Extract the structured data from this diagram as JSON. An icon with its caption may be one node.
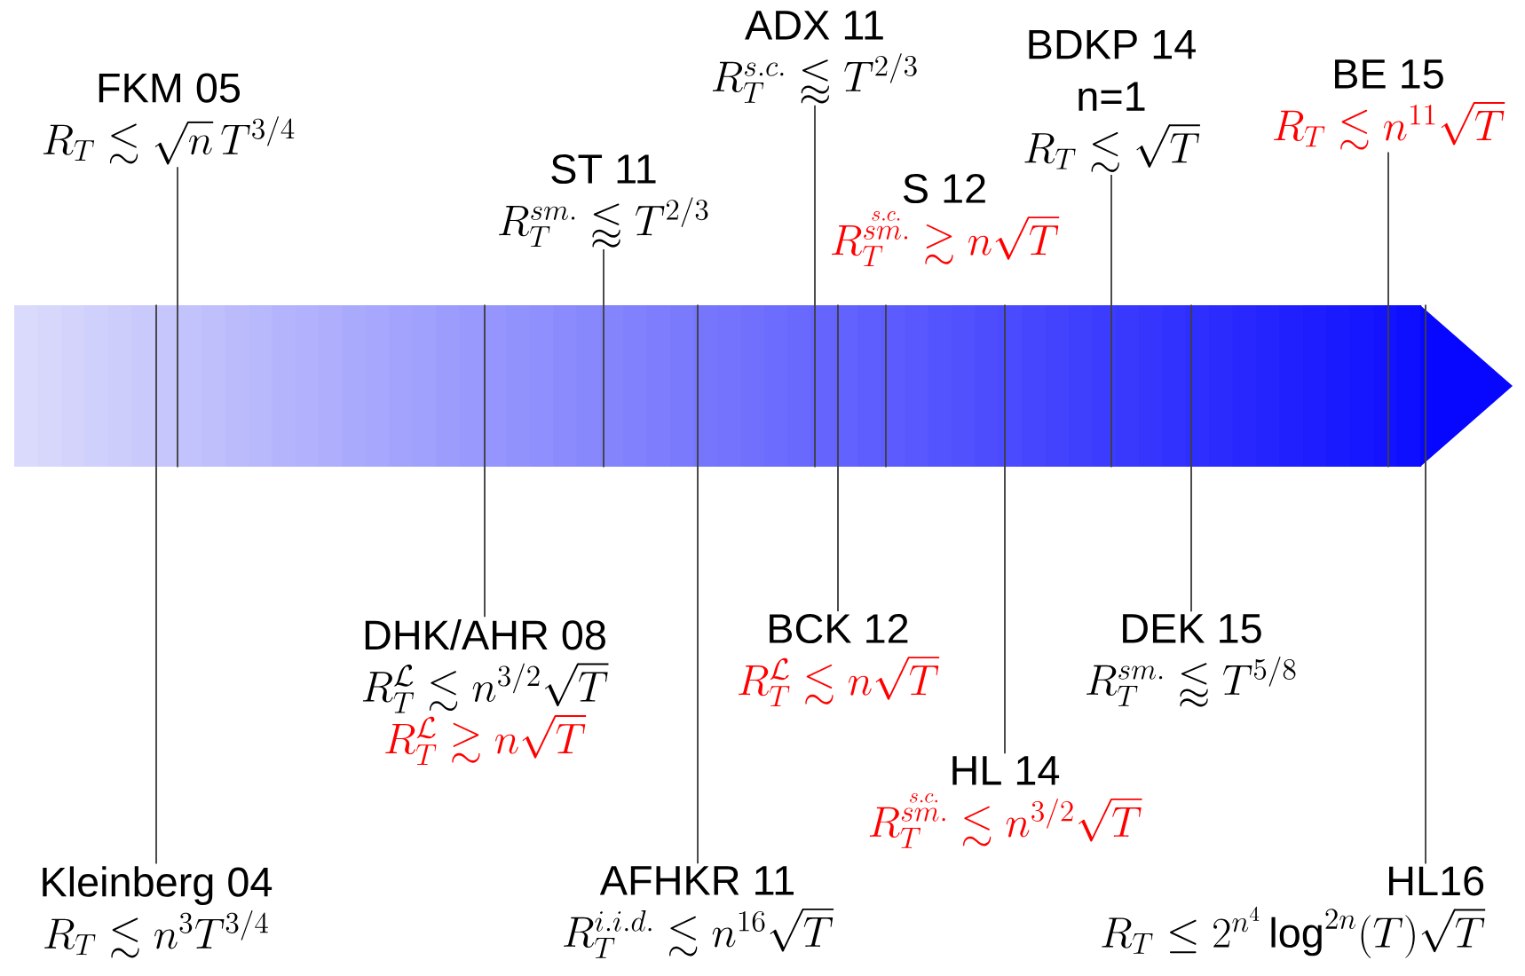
{
  "diagram": {
    "nodes": [
      {
        "text": [],
        "shape": "arrow"
      },
      {
        "text": [
          "Kleinberg 04",
          "R_T \\lesssim n^3 T^{3/4}"
        ]
      },
      {
        "text": [
          "FKM 05",
          "R_T \\lesssim \\sqrt{n}\\, T^{3/4}"
        ]
      },
      {
        "text": [
          "DHK/AHR 08",
          "R_T^{\\mathcal{L}} \\lesssim n^{3/2}\\sqrt{T}",
          "R_T^{\\mathcal{L}} \\gtrsim n\\sqrt{T}"
        ]
      },
      {
        "text": [
          "ST 11",
          "R_T^{sm.} \\lessapprox T^{2/3}"
        ]
      },
      {
        "text": [
          "AFHKR 11",
          "R_T^{i.i.d.} \\lesssim n^{16}\\sqrt{T}"
        ]
      },
      {
        "text": [
          "ADX 11",
          "R_T^{s.c.} \\lessapprox T^{2/3}"
        ]
      },
      {
        "text": [
          "BCK 12",
          "R_T^{\\mathcal{L}} \\lesssim n\\sqrt{T}"
        ]
      },
      {
        "text": [
          "S 12",
          "R_T^{\\stackrel{s.c.}{sm.}} \\gtrsim n\\sqrt{T}"
        ]
      },
      {
        "text": [
          "HL 14",
          "R_T^{\\stackrel{s.c.}{sm.}} \\lesssim n^{3/2}\\sqrt{T}"
        ]
      },
      {
        "text": [
          "BDKP 14",
          "n=1",
          "R_T \\lesssim \\sqrt{T}"
        ]
      },
      {
        "text": [
          "DEK 15",
          "R_T^{sm.} \\lessapprox T^{5/8}"
        ]
      },
      {
        "text": [
          "BE 15",
          "R_T \\lesssim n^{11}\\sqrt{T}"
        ]
      },
      {
        "text": [
          "HL16",
          "R_T \\le 2^{n^4} \\log^{2n}(T)\\sqrt{T}"
        ]
      }
    ],
    "edges": [
      {
        "from": 1,
        "to": 0,
        "arrow": "none"
      },
      {
        "from": 2,
        "to": 0,
        "arrow": "none"
      },
      {
        "from": 3,
        "to": 0,
        "arrow": "none"
      },
      {
        "from": 4,
        "to": 0,
        "arrow": "none"
      },
      {
        "from": 5,
        "to": 0,
        "arrow": "none"
      },
      {
        "from": 6,
        "to": 0,
        "arrow": "none"
      },
      {
        "from": 7,
        "to": 0,
        "arrow": "none"
      },
      {
        "from": 8,
        "to": 0,
        "arrow": "none"
      },
      {
        "from": 9,
        "to": 0,
        "arrow": "none"
      },
      {
        "from": 10,
        "to": 0,
        "arrow": "none"
      },
      {
        "from": 11,
        "to": 0,
        "arrow": "none"
      },
      {
        "from": 12,
        "to": 0,
        "arrow": "none"
      },
      {
        "from": 13,
        "to": 0,
        "arrow": "none"
      }
    ]
  }
}
